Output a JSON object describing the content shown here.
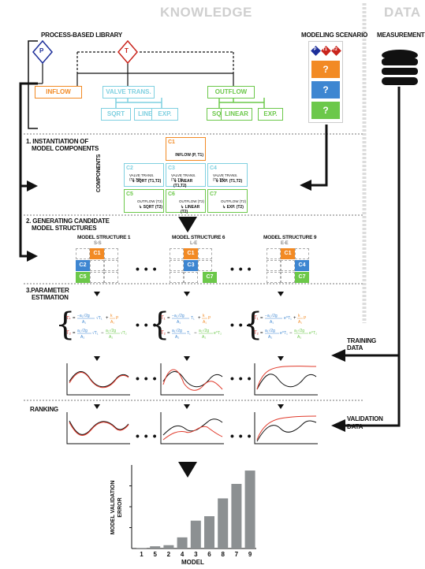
{
  "headers": {
    "knowledge": "KNOWLEDGE",
    "data": "DATA"
  },
  "library": {
    "title": "PROCESS-BASED LIBRARY",
    "p": "P",
    "t": "T",
    "inflow": "INFLOW",
    "valve": "VALVE TRANS.",
    "outflow": "OUTFLOW",
    "sqrt": "SQRT",
    "linear": "LINEAR",
    "exp": "EXP."
  },
  "scenario": {
    "title": "MODELING SCENARIO",
    "vars": [
      "P",
      "T1",
      "T2"
    ],
    "q": "?"
  },
  "measurements": "MEASUREMENTS",
  "steps": {
    "s1a": "1. INSTANTIATION OF",
    "s1b": "MODEL COMPONENTS",
    "s2a": "2. GENERATING CANDIDATE",
    "s2b": "MODEL STRUCTURES",
    "s3a": "3.PARAMETER",
    "s3b": "ESTIMATION",
    "ranking": "RANKING"
  },
  "components": {
    "label": "COMPONENTS",
    "c1": {
      "id": "C1",
      "text": "INFLOW (P, T1)"
    },
    "c2": {
      "id": "C2",
      "l1": "VALVE TRANS. (T1,T2)",
      "l2": "↳ SQRT (T1,T2)"
    },
    "c3": {
      "id": "C3",
      "l1": "VALVE TRANS. (T1,T2)",
      "l2": "↳ LINEAR (T1,T2)"
    },
    "c4": {
      "id": "C4",
      "l1": "VALVE TRANS. (T1,T2)",
      "l2": "↳ EXP. (T1,T2)"
    },
    "c5": {
      "id": "C5",
      "l1": "OUTFLOW (T2)",
      "l2": "↳ SQRT (T2)"
    },
    "c6": {
      "id": "C6",
      "l1": "OUTFLOW (T2)",
      "l2": "↳ LINEAR (T2)"
    },
    "c7": {
      "id": "C7",
      "l1": "OUTFLOW (T2)",
      "l2": "↳ EXP. (T2)"
    }
  },
  "structures": {
    "s1": {
      "title": "MODEL STRUCTURE 1",
      "code": "S-S"
    },
    "s6": {
      "title": "MODEL STRUCTURE 6",
      "code": "L-E"
    },
    "s9": {
      "title": "MODEL STRUCTURE 9",
      "code": "E-E"
    },
    "c1": "C1",
    "c2": "C2",
    "c3": "C3",
    "c4": "C4",
    "c5": "C5",
    "c7": "C7"
  },
  "ellipsis": "• • •",
  "training": {
    "a": "TRAINING",
    "b": "DATA"
  },
  "validation": {
    "a": "VALIDATION",
    "b": "DATA"
  },
  "colors": {
    "orange": "#f28a24",
    "cyan": "#7fd0e0",
    "green": "#6cc84a",
    "blue": "#3e86d1",
    "gray": "#8c9092",
    "red": "#e0392a",
    "dark": "#111111"
  },
  "chart_data": {
    "type": "bar",
    "categories": [
      "1",
      "5",
      "2",
      "4",
      "3",
      "6",
      "8",
      "7",
      "9"
    ],
    "values": [
      0.5,
      2,
      3,
      10,
      25,
      29,
      45,
      58,
      70
    ],
    "xlabel": "MODEL",
    "ylabel": "MODEL VALIDATION ERROR",
    "ylim": [
      0,
      75
    ],
    "grid": false
  }
}
